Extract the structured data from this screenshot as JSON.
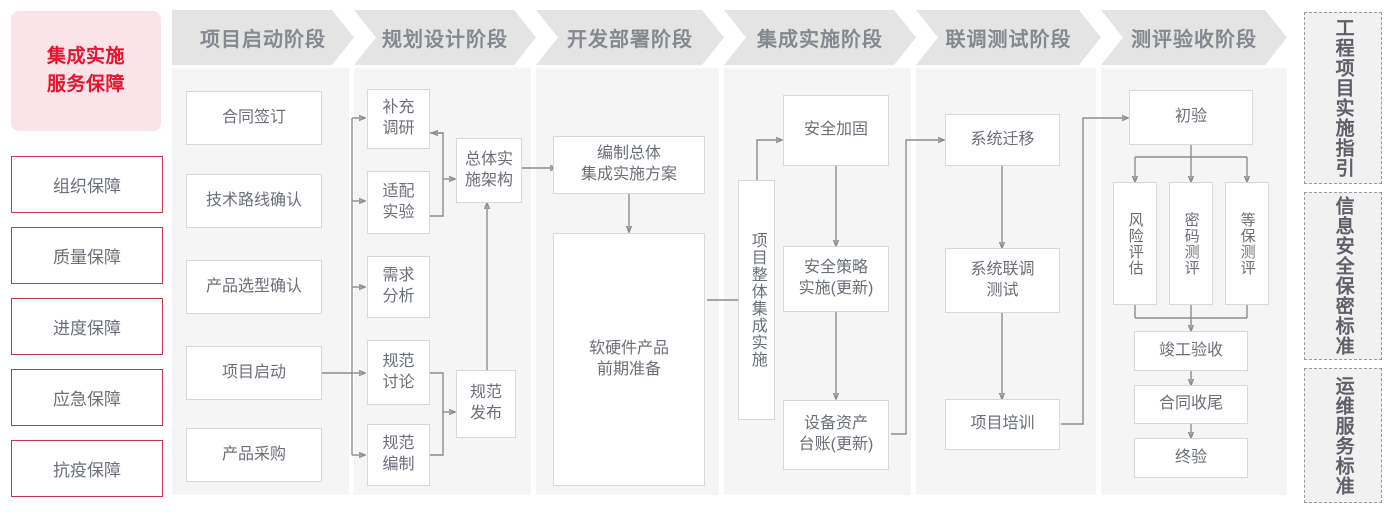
{
  "guarantee": {
    "title": "集成实施\n服务保障",
    "title_line1": "集成实施",
    "title_line2": "服务保障",
    "accent_color": "#e8142f",
    "panel_color": "#fbe4e9",
    "border_color": "#c8334c",
    "items": [
      {
        "label": "组织保障"
      },
      {
        "label": "质量保障"
      },
      {
        "label": "进度保障"
      },
      {
        "label": "应急保障"
      },
      {
        "label": "抗疫保障"
      }
    ]
  },
  "phases": [
    {
      "id": "startup",
      "title": "项目启动阶段",
      "nodes": [
        {
          "id": "n-contract",
          "label": "合同签订"
        },
        {
          "id": "n-techroute",
          "label": "技术路线确认"
        },
        {
          "id": "n-product",
          "label": "产品选型确认"
        },
        {
          "id": "n-kickoff",
          "label": "项目启动"
        },
        {
          "id": "n-purchase",
          "label": "产品采购"
        }
      ]
    },
    {
      "id": "planning",
      "title": "规划设计阶段",
      "nodes": [
        {
          "id": "n-survey",
          "label": "补充\n调研"
        },
        {
          "id": "n-adapt",
          "label": "适配\n实验"
        },
        {
          "id": "n-demand",
          "label": "需求\n分析"
        },
        {
          "id": "n-specdisc",
          "label": "规范\n讨论"
        },
        {
          "id": "n-specmake",
          "label": "规范\n编制"
        },
        {
          "id": "n-arch",
          "label": "总体实\n施架构"
        },
        {
          "id": "n-specpub",
          "label": "规范\n发布"
        }
      ]
    },
    {
      "id": "deploy",
      "title": "开发部署阶段",
      "nodes": [
        {
          "id": "n-plan",
          "label": "编制总体\n集成实施方案"
        },
        {
          "id": "n-prepare",
          "label": "软硬件产品\n前期准备"
        }
      ]
    },
    {
      "id": "integration",
      "title": "集成实施阶段",
      "nodes": [
        {
          "id": "n-overall",
          "label": "项目整体集成实施"
        },
        {
          "id": "n-harden",
          "label": "安全加固"
        },
        {
          "id": "n-policy",
          "label": "安全策略\n实施(更新)"
        },
        {
          "id": "n-asset",
          "label": "设备资产\n台账(更新)"
        }
      ]
    },
    {
      "id": "jointtest",
      "title": "联调测试阶段",
      "nodes": [
        {
          "id": "n-migrate",
          "label": "系统迁移"
        },
        {
          "id": "n-jointest",
          "label": "系统联调\n测试"
        },
        {
          "id": "n-train",
          "label": "项目培训"
        }
      ]
    },
    {
      "id": "acceptance",
      "title": "测评验收阶段",
      "nodes": [
        {
          "id": "n-firstacc",
          "label": "初验"
        },
        {
          "id": "n-risk",
          "label": "风险评估"
        },
        {
          "id": "n-crypto",
          "label": "密码测评"
        },
        {
          "id": "n-mlps",
          "label": "等保测评"
        },
        {
          "id": "n-complete",
          "label": "竣工验收"
        },
        {
          "id": "n-closing",
          "label": "合同收尾"
        },
        {
          "id": "n-finalacc",
          "label": "终验"
        }
      ]
    }
  ],
  "standards": [
    {
      "id": "std-project",
      "label": "工程项目实施指引"
    },
    {
      "id": "std-security",
      "label": "信息安全保密标准"
    },
    {
      "id": "std-ops",
      "label": "运维服务标准"
    }
  ]
}
